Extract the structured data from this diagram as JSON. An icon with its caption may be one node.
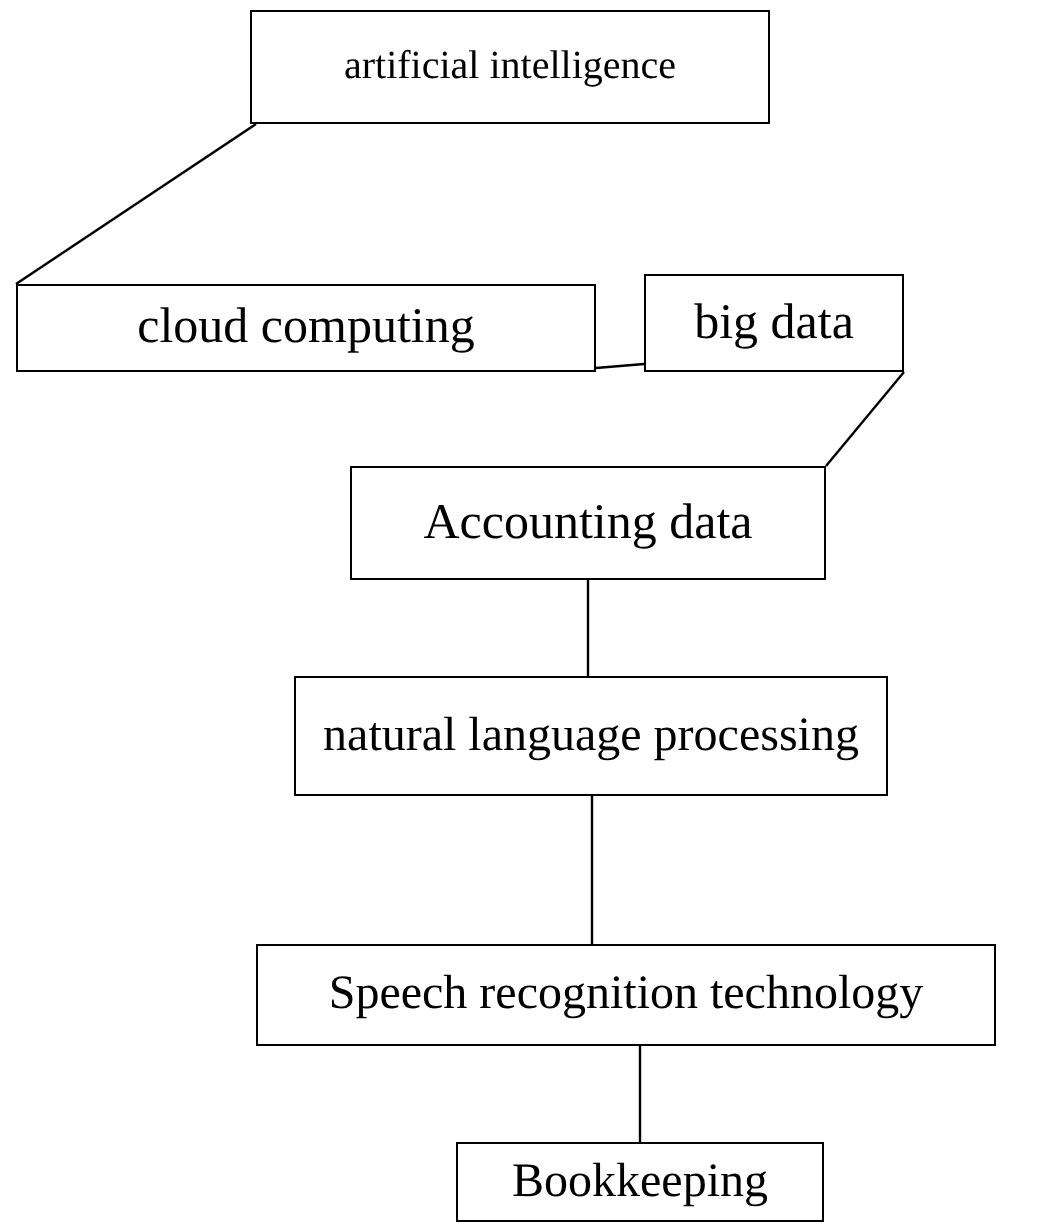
{
  "diagram": {
    "nodes": [
      {
        "text": [
          "artificial intelligence"
        ]
      },
      {
        "text": [
          "cloud computing"
        ]
      },
      {
        "text": [
          "big data"
        ]
      },
      {
        "text": [
          "Accounting data"
        ]
      },
      {
        "text": [
          "natural language processing"
        ]
      },
      {
        "text": [
          "Speech recognition technology"
        ]
      },
      {
        "text": [
          "Bookkeeping"
        ]
      }
    ],
    "edges": [
      {
        "from": 0,
        "to": 1,
        "arrow": "none"
      },
      {
        "from": 1,
        "to": 2,
        "arrow": "none"
      },
      {
        "from": 2,
        "to": 3,
        "arrow": "none"
      },
      {
        "from": 3,
        "to": 4,
        "arrow": "none"
      },
      {
        "from": 4,
        "to": 5,
        "arrow": "none"
      },
      {
        "from": 5,
        "to": 6,
        "arrow": "none"
      }
    ]
  }
}
